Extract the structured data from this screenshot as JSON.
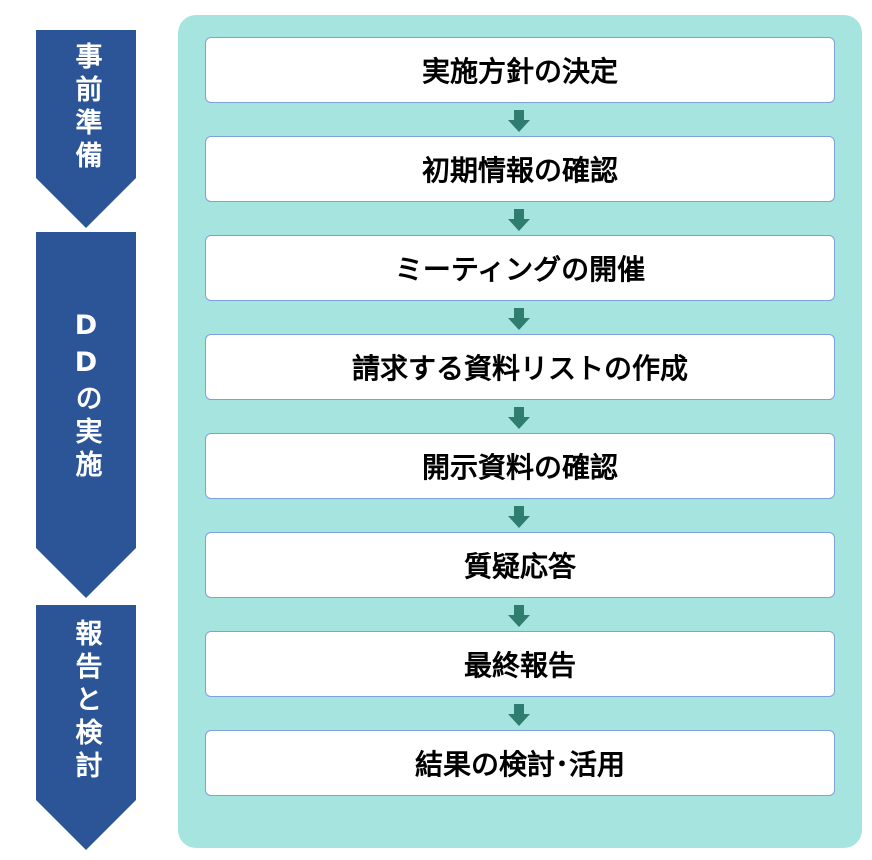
{
  "phases": [
    {
      "label": "事前準備"
    },
    {
      "label": "DDの実施"
    },
    {
      "label": "報告と検討"
    }
  ],
  "steps": [
    {
      "label": "実施方針の決定"
    },
    {
      "label": "初期情報の確認"
    },
    {
      "label": "ミーティングの開催"
    },
    {
      "label": "請求する資料リストの作成"
    },
    {
      "label": "開示資料の確認"
    },
    {
      "label": "質疑応答"
    },
    {
      "label": "最終報告"
    },
    {
      "label": "結果の検討･活用"
    }
  ],
  "colors": {
    "phase": "#2B5597",
    "panel": "#A6E5DF",
    "arrow": "#2E7D6E",
    "step_border": "#7FA0DA"
  }
}
